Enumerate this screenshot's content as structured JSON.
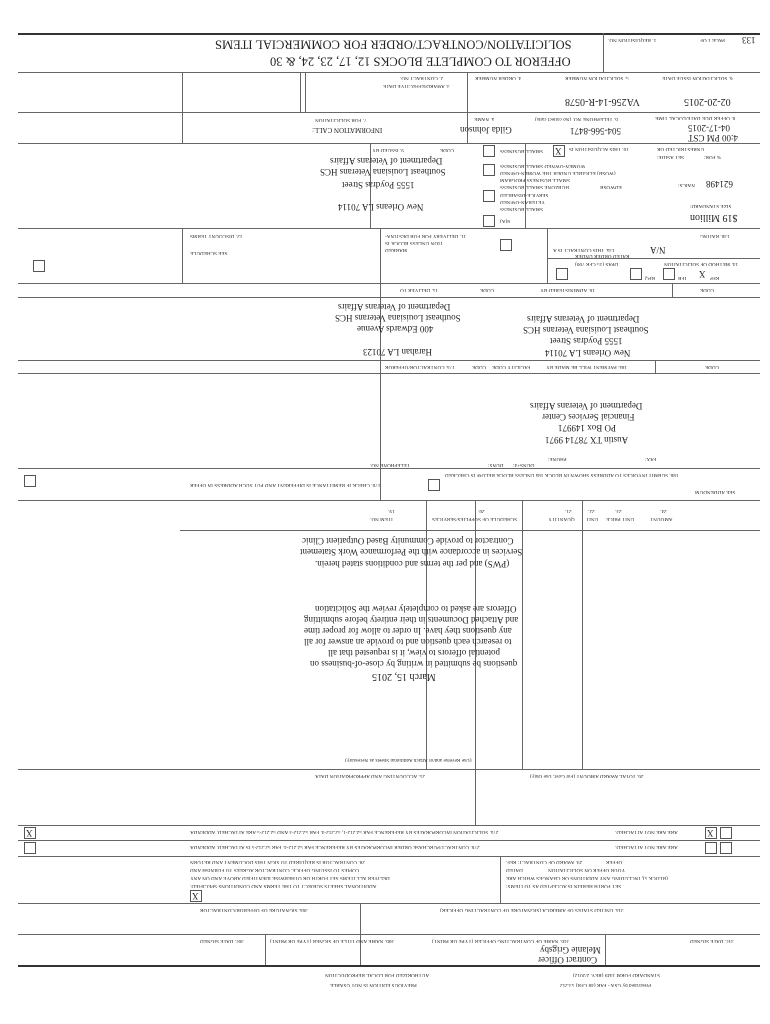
{
  "header": {
    "title": "SOLICITATION/CONTRACT/ORDER FOR COMMERCIAL ITEMS",
    "subtitle": "OFFEROR TO COMPLETE BLOCKS 12, 17, 23, 24, & 30",
    "requisition_label": "1. REQUISITION NO.",
    "page_label": "PAGE 1 OF",
    "page_total": "133"
  },
  "row2": {
    "contract_no_label": "2. CONTRACT NO.",
    "award_date_label": "3. AWARD/EFFECTIVE DATE",
    "order_no_label": "4. ORDER NUMBER",
    "solicitation_no_label": "5. SOLICITATION NUMBER",
    "solicitation_no": "VA256-14-R-0578",
    "issue_date_label": "6. SOLICITATION ISSUE DATE",
    "issue_date": "02-20-2015"
  },
  "row7": {
    "info_call_label_1": "7. FOR SOLICITATION",
    "info_call_label_2": "INFORMATION CALL:",
    "name_label": "a. NAME",
    "name": "Gilda Johnson",
    "phone_label": "b. TELEPHONE NO. (No collect calls)",
    "phone": "504-566-8471",
    "due_label": "8. OFFER DUE DATE/LOCAL TIME",
    "due_date": "04-17-2015",
    "due_time": "4:00 PM CST"
  },
  "issued_by": {
    "label": "9. ISSUED BY",
    "code_label": "CODE",
    "lines": [
      "Department of Veterans Affairs",
      "Southeast Louisiana Veterans HCS",
      "1555 Poydras Street",
      "New Orleans LA 70114"
    ]
  },
  "acquisition": {
    "label": "10. THIS ACQUISITION IS",
    "unrestricted": "UNRESTRICTED OR",
    "set_aside": "SET ASIDE:",
    "pct_for": "% FOR:",
    "small_business": "SMALL BUSINESS",
    "hubzone": "HUBZONE SMALL BUSINESS",
    "sdvosb_1": "SERVICE-DISABLED",
    "sdvosb_2": "VETERAN-OWNED",
    "sdvosb_3": "SMALL BUSINESS",
    "wosb_1": "WOMEN-OWNED SMALL BUSINESS",
    "wosb_2": "(WOSB) ELIGIBLE UNDER THE WOMEN-OWNED",
    "wosb_3": "SMALL BUSINESS PROGRAM",
    "edwosb": "EDWOSB",
    "eight_a": "8(A)",
    "naics_label": "NAICS:",
    "naics": "621498",
    "size_label": "SIZE STANDARD:",
    "size": "$19 Million",
    "mark": "X"
  },
  "row11": {
    "delivery_label_1": "11. DELIVERY FOR FOB DESTINA-",
    "delivery_label_2": "TION UNLESS BLOCK IS",
    "delivery_label_3": "MARKED",
    "discount_label": "12. DISCOUNT TERMS",
    "see_schedule": "SEE SCHEDULE",
    "rated_label_1": "13a. THIS CONTRACT IS A",
    "rated_label_2": "RATED ORDER UNDER",
    "rated_label_3": "DPAS (15 CFR 700)",
    "rating_label": "13b. RATING",
    "rating": "N/A",
    "method_label": "14. METHOD OF SOLICITATION",
    "rfq": "RFQ",
    "ifb": "IFB",
    "rfp": "RFP",
    "mark": "X"
  },
  "deliver_to": {
    "label": "15. DELIVER TO",
    "code_label": "CODE",
    "lines": [
      "Department of Veterans Affairs",
      "Southeast Louisiana Veterans HCS",
      "400 Edwards Avenue",
      "Harahan LA 70123"
    ]
  },
  "administered_by": {
    "label": "16. ADMINISTERED BY",
    "code_label": "CODE",
    "lines": [
      "Department of Veterans Affairs",
      "Southeast Louisiana Veterans HCS",
      "1555 Poydras Street",
      "New Orleans LA 70114"
    ]
  },
  "contractor": {
    "label": "17a. CONTRACTOR/OFFEROR",
    "code_label": "CODE",
    "facility_label": "FACILITY CODE",
    "telephone_label": "TELEPHONE NO.",
    "duns_label": "DUNS:",
    "duns4_label": "DUNS+4:",
    "phone_label": "PHONE:",
    "fax_label": "FAX:",
    "remit_label": "17b. CHECK IF REMITTANCE IS DIFFERENT AND PUT SUCH ADDRESS IN OFFER"
  },
  "payment": {
    "label": "18a. PAYMENT WILL BE MADE BY",
    "code_label": "CODE",
    "lines": [
      "Department of Veterans Affairs",
      "Financial Services Center",
      "PO Box 149971",
      "Austin TX 78714 9971"
    ],
    "invoice_label": "18b. SUBMIT INVOICES TO ADDRESS SHOWN IN BLOCK 18a UNLESS BLOCK BELOW IS CHECKED",
    "see_addendum": "SEE ADDENDUM"
  },
  "items": {
    "headers": {
      "item_no_num": "19.",
      "item_no": "ITEM NO.",
      "schedule_num": "20.",
      "schedule": "SCHEDULE OF SUPPLIES/SERVICES",
      "quantity_num": "21.",
      "quantity": "QUANTITY",
      "unit_num": "22.",
      "unit": "UNIT",
      "price_num": "23.",
      "price": "UNIT PRICE",
      "amount_num": "24.",
      "amount": "AMOUNT"
    },
    "para1": [
      "Contractor to provide Community Based Outpatient Clinic",
      "Services in accordance with the Performance Work Statement",
      "(PWS) and per the terms and conditions stated herein."
    ],
    "para2": [
      "Offerors are asked to completely review the Solicitation",
      "and Attached Documents in their entirety before submitting",
      "any questions they have.  In order to allow for proper time",
      "to research each question and to provide an answer for all",
      "potential offerors to view, it is requested that all",
      "questions be submitted in writing by close-of-business on",
      "March 15, 2015"
    ],
    "note": "(Use Reverse and/or Attach Additional Sheets as Necessary)"
  },
  "totals": {
    "accounting_label": "25. ACCOUNTING AND APPROPRIATION DATA",
    "total_label": "26. TOTAL AWARD AMOUNT (For Govt. Use Only)"
  },
  "clauses": {
    "c27a": "27a. SOLICITATION INCORPORATES BY REFERENCE FAR 52.212-1, 52.212-4. FAR 52.212-3 AND 52.212-5 ARE ATTACHED.  ADDENDA",
    "c27b": "27b. CONTRACT/PURCHASE ORDER INCORPORATES BY REFERENCE FAR 52.212-4. FAR 52.212-5 IS ATTACHED.  ADDENDA",
    "are_not_attached": "ARE    ARE NOT ATTACHED.",
    "mark": "X",
    "c28": [
      "28. CONTRACTOR IS REQUIRED TO SIGN THIS DOCUMENT AND RETURN",
      "COPIES TO ISSUING OFFICE.  CONTRACTOR AGREES TO FURNISH AND",
      "DELIVER ALL ITEMS SET FORTH OR OTHERWISE IDENTIFIED ABOVE AND ON ANY",
      "ADDITIONAL SHEETS SUBJECT TO THE TERMS AND CONDITIONS SPECIFIED."
    ],
    "c29": [
      "29. AWARD OF CONTRACT: REF.",
      "OFFER",
      "DATED",
      "YOUR OFFER ON SOLICITATION",
      "(BLOCK 5), INCLUDING ANY ADDITIONS OR CHANGES WHICH ARE",
      "SET FORTH HEREIN IS ACCEPTED AS TO ITEMS:"
    ]
  },
  "signatures": {
    "s30a": "30a. SIGNATURE OF OFFEROR/CONTRACTOR",
    "s31a": "31a. UNITED STATES OF AMERICA (SIGNATURE OF CONTRACTING OFFICER)",
    "s30b": "30b. NAME AND TITLE OF SIGNER (TYPE OR PRINT)",
    "s30c": "30c. DATE SIGNED",
    "s31b": "31b. NAME OF CONTRACTING OFFICER (TYPE OR PRINT)",
    "s31c": "31c. DATE SIGNED",
    "officer_name": "Melanie Grigsby",
    "officer_title": "Contract Officer"
  },
  "footer": {
    "authorized": "AUTHORIZED FOR LOCAL REPRODUCTION",
    "previous": "PREVIOUS EDITION IS NOT USABLE",
    "form": "STANDARD FORM 1449   (REV. 2/2012)",
    "prescribed": "Prescribed by GSA - FAR (48 CFR) 53.212"
  }
}
